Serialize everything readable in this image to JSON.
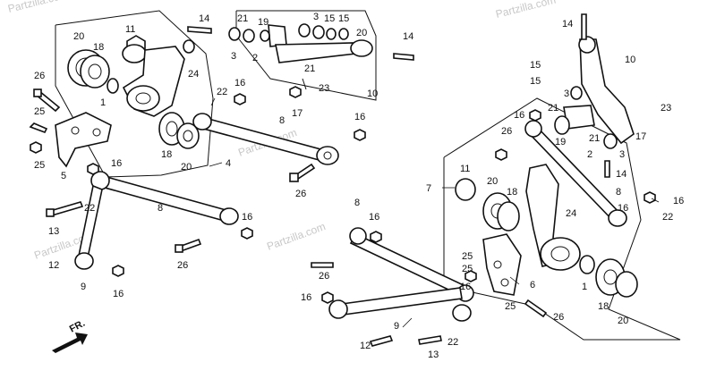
{
  "watermarks": [
    "Partzilla.com",
    "Partzilla.com",
    "Partzilla.com",
    "Partzilla.com",
    "Partzilla.com"
  ],
  "direction_label": "FR.",
  "callouts": {
    "top_assembly": [
      "14",
      "21",
      "19",
      "3",
      "15",
      "15",
      "20",
      "3",
      "2",
      "21",
      "14",
      "23",
      "17",
      "10"
    ],
    "upper_left": [
      "11",
      "20",
      "18",
      "24",
      "1",
      "22",
      "16",
      "26",
      "25",
      "25",
      "5",
      "8",
      "18",
      "20",
      "4",
      "16",
      "26"
    ],
    "lower_left": [
      "16",
      "22",
      "8",
      "13",
      "12",
      "9",
      "16",
      "26",
      "16"
    ],
    "right_arm": [
      "14",
      "10",
      "15",
      "15",
      "3",
      "23",
      "21",
      "21",
      "16",
      "26",
      "19",
      "17",
      "2",
      "3",
      "14",
      "16"
    ],
    "right_knuckle": [
      "7",
      "11",
      "20",
      "18",
      "24",
      "8",
      "16",
      "22",
      "1",
      "18",
      "20"
    ],
    "lower_center": [
      "8",
      "16",
      "26",
      "16",
      "25",
      "25",
      "6",
      "25",
      "26",
      "9",
      "12",
      "13",
      "22",
      "16"
    ]
  },
  "colors": {
    "ink": "#111111",
    "paper": "#ffffff",
    "watermark": "#c8c8c8"
  }
}
